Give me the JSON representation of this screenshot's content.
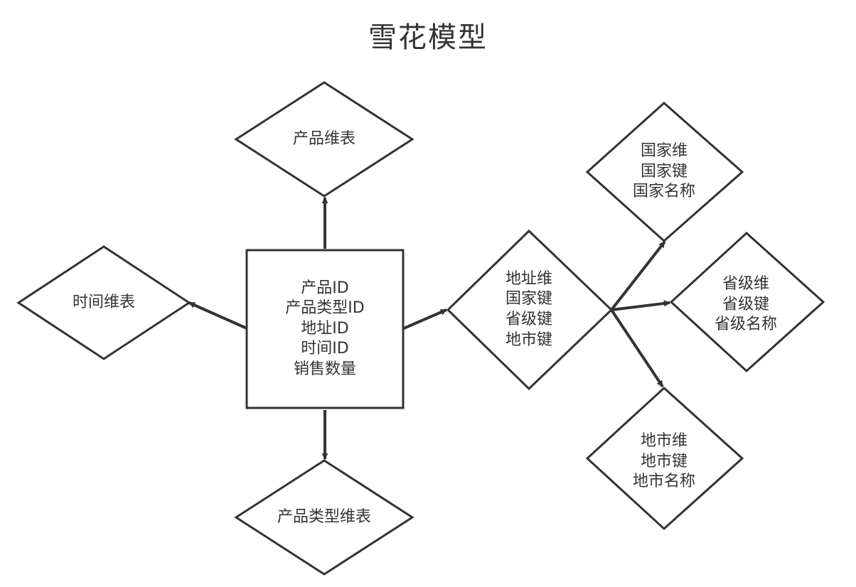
{
  "title": "雪花模型",
  "fact_table": {
    "lines": [
      "产品ID",
      "产品类型ID",
      "地址ID",
      "时间ID",
      "销售数量"
    ]
  },
  "dimensions": {
    "product": {
      "lines": [
        "产品维表"
      ]
    },
    "time": {
      "lines": [
        "时间维表"
      ]
    },
    "product_type": {
      "lines": [
        "产品类型维表"
      ]
    },
    "address": {
      "lines": [
        "地址维",
        "国家键",
        "省级键",
        "地市键"
      ]
    },
    "country": {
      "lines": [
        "国家维",
        "国家键",
        "国家名称"
      ]
    },
    "province": {
      "lines": [
        "省级维",
        "省级键",
        "省级名称"
      ]
    },
    "city": {
      "lines": [
        "地市维",
        "地市键",
        "地市名称"
      ]
    }
  },
  "colors": {
    "stroke": "#333333",
    "fill": "#ffffff",
    "text": "#333333"
  }
}
